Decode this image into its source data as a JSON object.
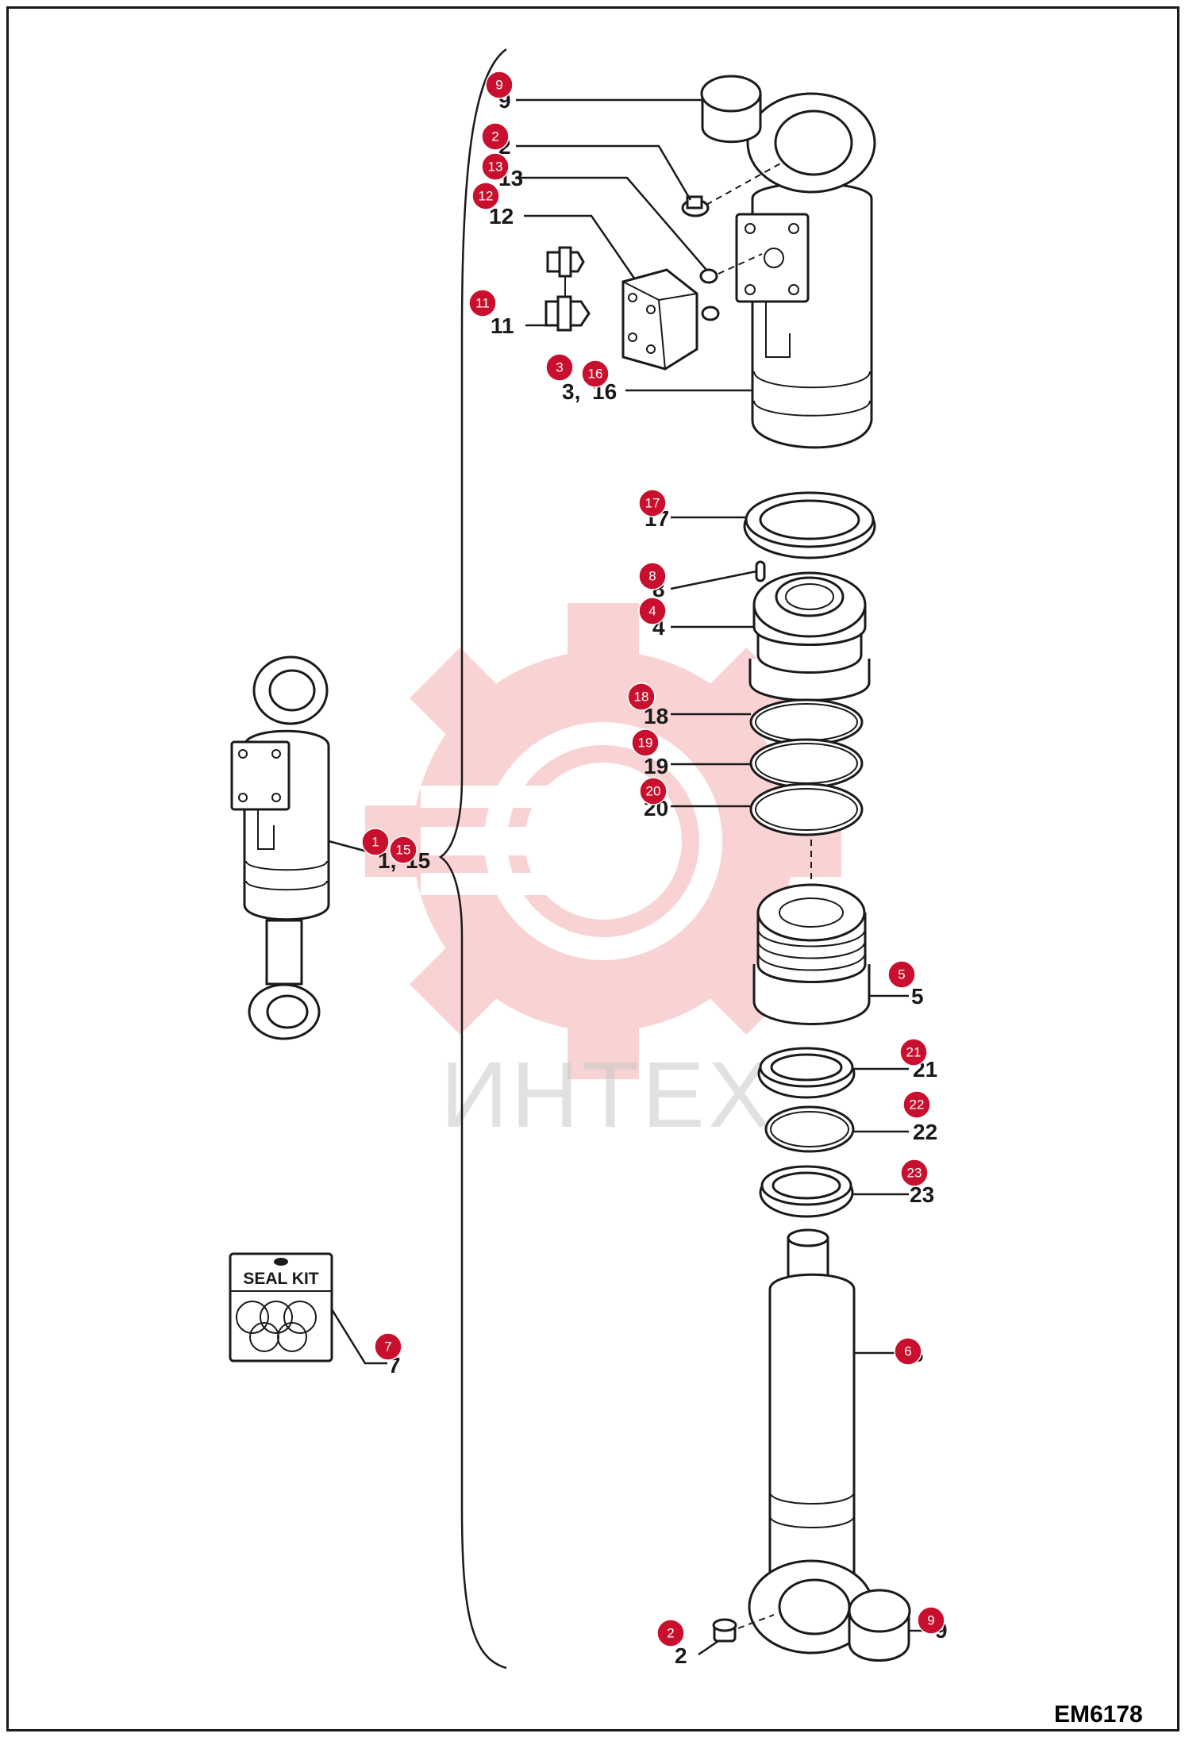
{
  "diagram_code": "EM6178",
  "watermark_text": "ИНТЕХ",
  "seal_kit_label": "SEAL KIT",
  "colors": {
    "badge": "#c8102e",
    "watermark": "#f2b8b8",
    "line": "#1a1a1a"
  },
  "callouts": [
    {
      "badge": "9",
      "label": "9"
    },
    {
      "badge": "2",
      "label": "2"
    },
    {
      "badge": "13",
      "label": "13"
    },
    {
      "badge": "12",
      "label": "12"
    },
    {
      "badge": "11",
      "label": "11"
    },
    {
      "badge": "3",
      "label": "3,"
    },
    {
      "badge": "16",
      "label": "16"
    },
    {
      "badge": "17",
      "label": "17"
    },
    {
      "badge": "8",
      "label": "8"
    },
    {
      "badge": "4",
      "label": "4"
    },
    {
      "badge": "18",
      "label": "18"
    },
    {
      "badge": "19",
      "label": "19"
    },
    {
      "badge": "20",
      "label": "20"
    },
    {
      "badge": "1",
      "label": "1,"
    },
    {
      "badge": "15",
      "label": "15"
    },
    {
      "badge": "5",
      "label": "5"
    },
    {
      "badge": "21",
      "label": "21"
    },
    {
      "badge": "22",
      "label": "22"
    },
    {
      "badge": "23",
      "label": "23"
    },
    {
      "badge": "7",
      "label": "7"
    },
    {
      "badge": "6",
      "label": "6"
    },
    {
      "badge": "2",
      "label": "2"
    },
    {
      "badge": "9",
      "label": "9"
    }
  ]
}
